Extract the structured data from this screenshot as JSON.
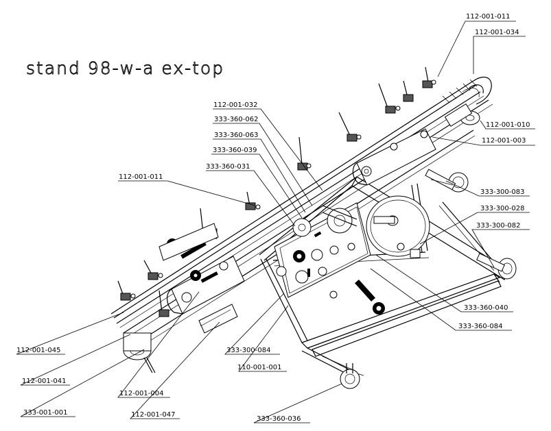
{
  "title": "stand 98-w-a ex-top",
  "part_labels": [
    "112-001-011",
    "112-001-034",
    "112-001-010",
    "112-001-003",
    "112-001-032",
    "333-360-062",
    "333-360-063",
    "333-360-039",
    "333-360-031",
    "112-001-011",
    "333-300-083",
    "333-300-028",
    "333-300-082",
    "333-360-040",
    "333-360-084",
    "333-300-084",
    "110-001-001",
    "112-001-045",
    "112-001-041",
    "333-001-001",
    "112-001-004",
    "112-001-047",
    "333-360-036"
  ]
}
